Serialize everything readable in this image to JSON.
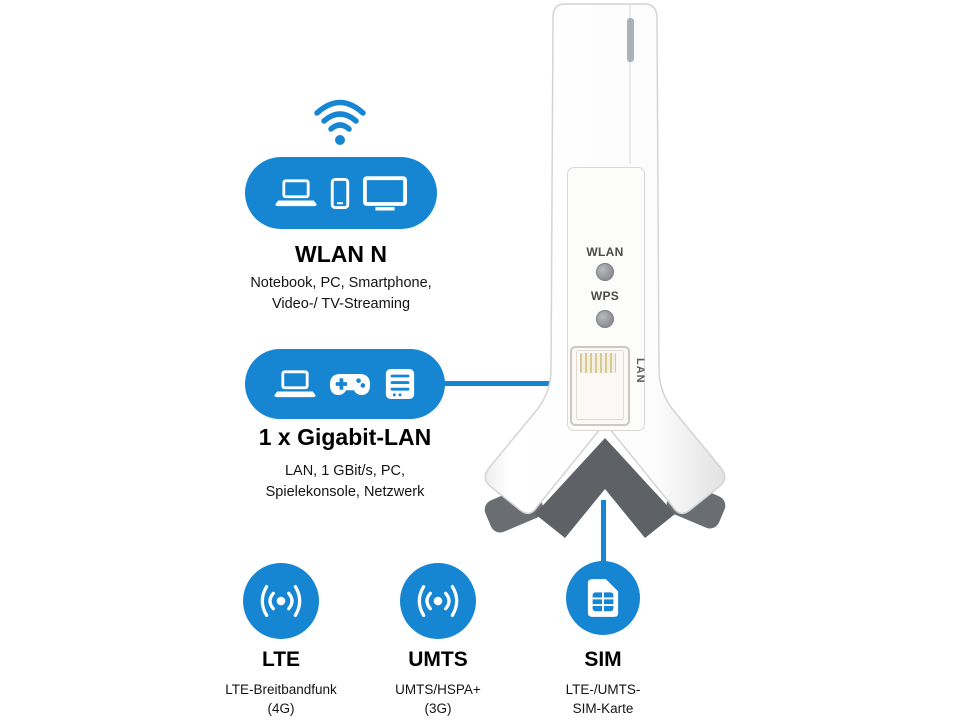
{
  "colors": {
    "accent": "#1786d2",
    "stand_gray": "#5e6166",
    "foot_gray": "#6a6d71",
    "body_white": "#ffffff"
  },
  "callouts": {
    "wlan": {
      "title": "WLAN N",
      "desc_lines": [
        "Notebook, PC, Smartphone,",
        "Video-/ TV-Streaming"
      ]
    },
    "gigabit_lan": {
      "title": "1 x Gigabit-LAN",
      "desc_lines": [
        "LAN, 1 GBit/s, PC,",
        "Spielekonsole, Netzwerk"
      ]
    },
    "lte": {
      "title": "LTE",
      "desc_lines": [
        "LTE-Breitbandfunk",
        "(4G)"
      ]
    },
    "umts": {
      "title": "UMTS",
      "desc_lines": [
        "UMTS/HSPA+",
        "(3G)"
      ]
    },
    "sim": {
      "title": "SIM",
      "desc_lines": [
        "LTE-/UMTS-",
        "SIM-Karte"
      ]
    }
  },
  "device": {
    "wlan_button_label": "WLAN",
    "wps_button_label": "WPS",
    "lan_port_label": "LAN"
  },
  "icons": {
    "top": "wifi-icon",
    "wlan_badge": [
      "laptop-icon",
      "smartphone-icon",
      "tv-icon"
    ],
    "lan_badge": [
      "laptop-icon",
      "gamepad-icon",
      "network-storage-icon"
    ],
    "lte": "radio-waves-icon",
    "umts": "radio-waves-icon",
    "sim": "sim-card-icon"
  }
}
